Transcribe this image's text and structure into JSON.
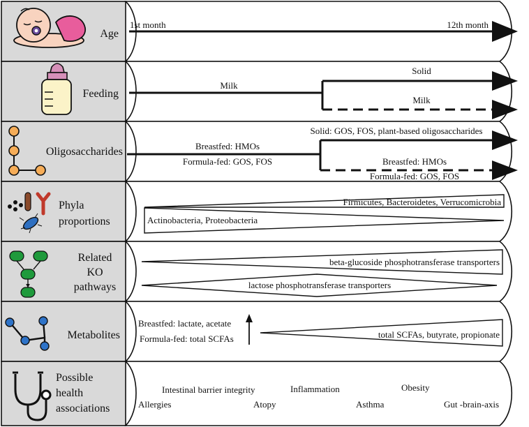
{
  "rows": {
    "age": {
      "label": "Age",
      "start": "1st month",
      "end": "12th month"
    },
    "feeding": {
      "label": "Feeding",
      "milk": "Milk",
      "solid_branch": "Solid",
      "milk_branch": "Milk"
    },
    "oligosaccharides": {
      "label": "Oligosaccharides",
      "breastfed": "Breastfed: HMOs",
      "formula": "Formula-fed: GOS, FOS",
      "solid_branch": "Solid: GOS, FOS, plant-based oligosaccharides",
      "branch_breastfed": "Breastfed: HMOs",
      "branch_formula": "Formula-fed: GOS, FOS"
    },
    "phyla": {
      "label_line1": "Phyla",
      "label_line2": "proportions",
      "increasing": "Firmicutes, Bacteroidetes, Verrucomicrobia",
      "decreasing": "Actinobacteria, Proteobacteria"
    },
    "ko": {
      "label_line1": "Related",
      "label_line2": "KO",
      "label_line3": "pathways",
      "increasing": "beta-glucoside phosphotransferase transporters",
      "diamond": "lactose phosphotransferase transporters"
    },
    "metabolites": {
      "label": "Metabolites",
      "breastfed": "Breastfed: lactate, acetate",
      "formula": "Formula-fed: total SCFAs",
      "increasing": "total SCFAs, butyrate, propionate"
    },
    "health": {
      "label_line1": "Possible",
      "label_line2": "health",
      "label_line3": "associations",
      "terms": [
        "Intestinal barrier integrity",
        "Inflammation",
        "Obesity",
        "Allergies",
        "Atopy",
        "Asthma",
        "Gut -brain-axis"
      ]
    }
  },
  "colors": {
    "panel_gray": "#d9d9d9",
    "baby_skin": "#f8d3bf",
    "diaper_pink": "#e85d9c",
    "bottle_cream": "#fbf3c8",
    "node_orange": "#f6ad58",
    "bacteria_blue": "#2e6fc0",
    "bacteria_brown": "#8a4a2b",
    "bacteria_red": "#c0392b",
    "ko_green": "#1f9a3c",
    "metab_blue": "#2e73c8"
  },
  "icons": [
    "baby-icon",
    "bottle-icon",
    "oligosaccharide-chain-icon",
    "bacteria-icon",
    "ko-pathway-icon",
    "metabolite-network-icon",
    "stethoscope-icon"
  ]
}
